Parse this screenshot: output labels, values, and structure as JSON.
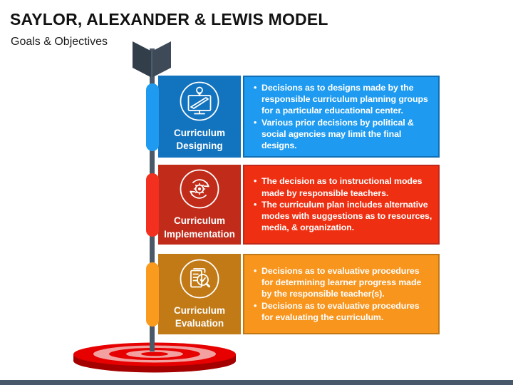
{
  "slide": {
    "title": "SAYLOR, ALEXANDER & LEWIS MODEL",
    "subtitle": "Goals & Objectives"
  },
  "colors": {
    "blue_panel": "#1273BE",
    "blue_box": "#1E9BF0",
    "red_panel": "#C12B1A",
    "red_box": "#EF2F11",
    "orange_panel": "#C17A16",
    "orange_box": "#F8951D",
    "dart_slate": "#4A5868",
    "fletching_dark": "#333E4B",
    "target_red": "#E60000",
    "target_pink": "#F2A0A0",
    "footer_bar": "#47586B"
  },
  "rows": [
    {
      "label": "Curriculum Designing",
      "icon": "monitor-design-icon",
      "bullets": [
        "Decisions as to designs made by the responsible curriculum planning groups for a particular educational center.",
        "Various prior decisions by political & social agencies may limit the final designs."
      ]
    },
    {
      "label": "Curriculum Implementation",
      "icon": "process-cycle-icon",
      "bullets": [
        "The decision as to instructional modes made by responsible teachers.",
        "The curriculum plan includes alternative modes with suggestions as to resources, media, & organization."
      ]
    },
    {
      "label": "Curriculum Evaluation",
      "icon": "evaluation-check-icon",
      "bullets": [
        "Decisions as to evaluative procedures for determining learner progress made by the responsible teacher(s).",
        "Decisions as to evaluative procedures for evaluating the curriculum."
      ]
    }
  ]
}
